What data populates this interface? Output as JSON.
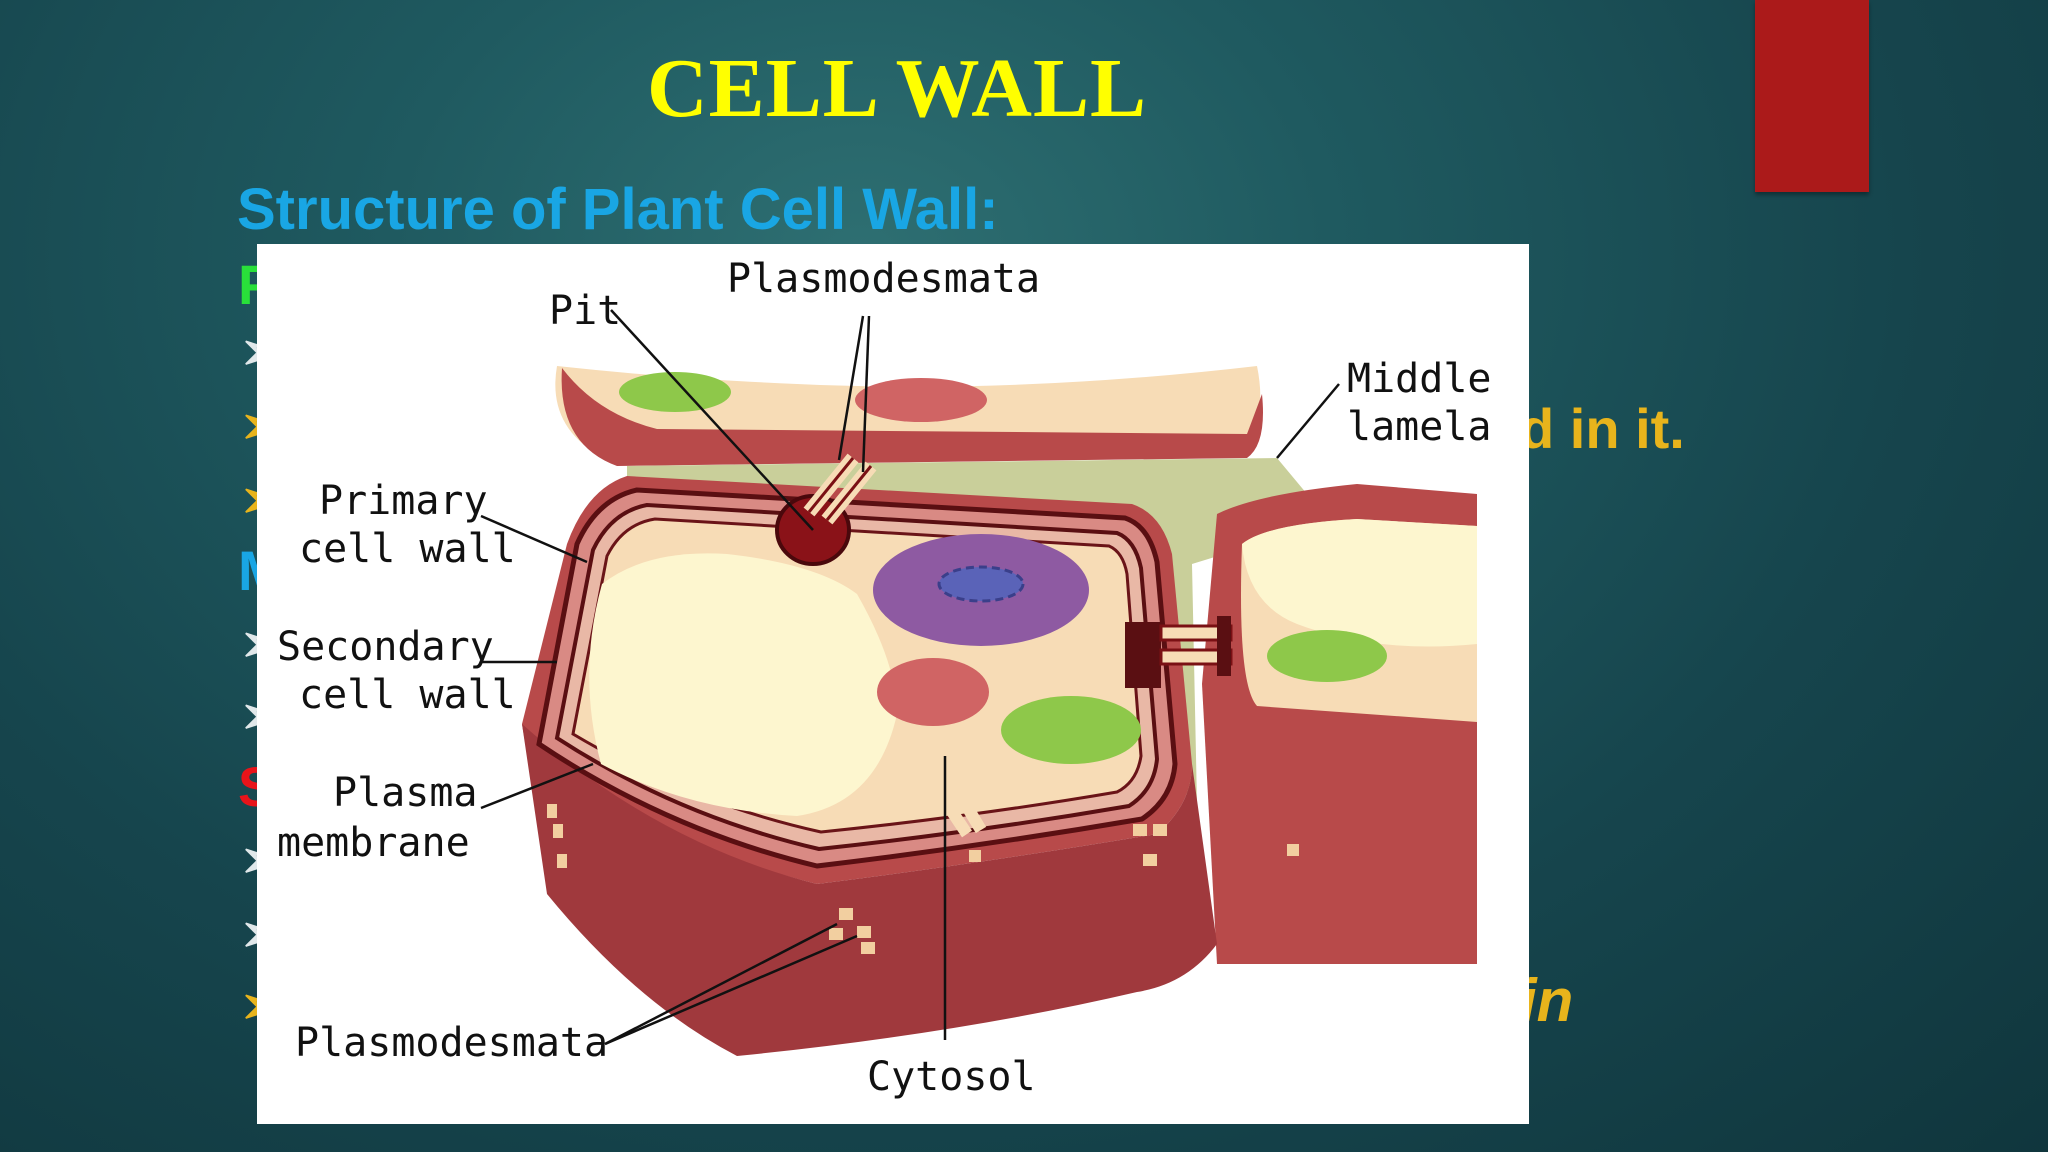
{
  "slide": {
    "title": "CELL WALL",
    "subtitle": "Structure of Plant Cell Wall:",
    "peeking_text": {
      "green_heading_initial": "P",
      "blue_heading_initial": "M",
      "red_heading_initial": "S",
      "bullet_marker": "➢",
      "fragment_right_1": "d in it.",
      "fragment_right_2": "in"
    },
    "colors": {
      "title": "#ffff00",
      "subtitle": "#19a6e4",
      "accent_bar": "#ab1a1a",
      "bullet_text": "#e8b41c"
    }
  },
  "diagram": {
    "labels": {
      "pit": "Pit",
      "plasmodesmata_top": "Plasmodesmata",
      "middle_lamela_line1": "Middle",
      "middle_lamela_line2": "lamela",
      "primary_cell_wall_line1": "Primary",
      "primary_cell_wall_line2": "cell wall",
      "secondary_cell_wall_line1": "Secondary",
      "secondary_cell_wall_line2": "cell wall",
      "plasma_membrane_line1": "Plasma",
      "plasma_membrane_line2": "membrane",
      "plasmodesmata_bottom": "Plasmodesmata",
      "cytosol": "Cytosol"
    }
  }
}
